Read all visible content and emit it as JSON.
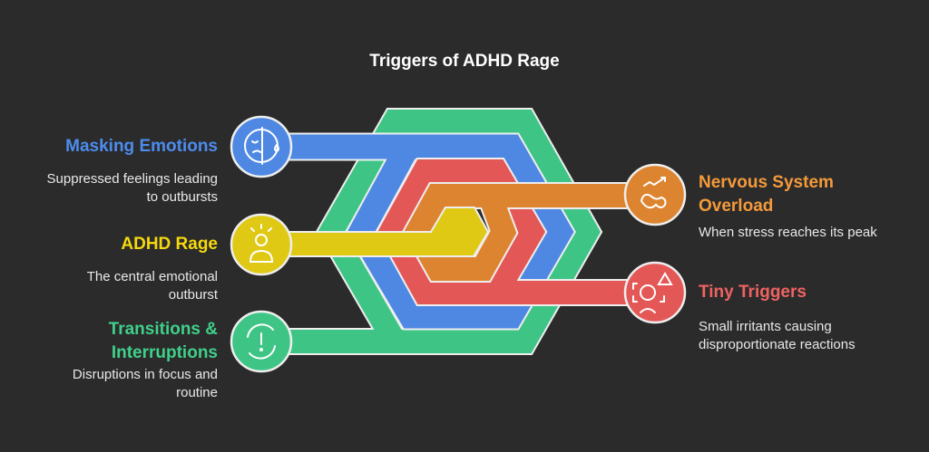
{
  "title": "Triggers of ADHD Rage",
  "colors": {
    "background": "#2b2b2b",
    "blue": "#4f88e3",
    "green": "#3ec585",
    "red": "#e45757",
    "orange": "#dd8430",
    "yellow": "#dfc915"
  },
  "items": [
    {
      "title": "Masking Emotions",
      "description_lines": [
        "Suppressed feelings leading",
        "to outbursts"
      ],
      "icon": "masked-face-tear-icon",
      "color": "#4c8cf0"
    },
    {
      "title": "ADHD Rage",
      "description_lines": [
        "The central emotional",
        "outburst"
      ],
      "icon": "angry-person-icon",
      "color": "#f5d90e"
    },
    {
      "title_lines": [
        "Transitions &",
        "Interruptions"
      ],
      "description_lines": [
        "Disruptions in focus and",
        "routine"
      ],
      "icon": "cycle-alert-icon",
      "color": "#3fd08a"
    },
    {
      "title_lines": [
        "Nervous System",
        "Overload"
      ],
      "description_lines": [
        "When stress reaches its peak"
      ],
      "icon": "stress-rising-icon",
      "color": "#f59a3a"
    },
    {
      "title": "Tiny Triggers",
      "description_lines": [
        "Small irritants causing",
        "disproportionate reactions"
      ],
      "icon": "warning-focus-icon",
      "color": "#f06262"
    }
  ]
}
